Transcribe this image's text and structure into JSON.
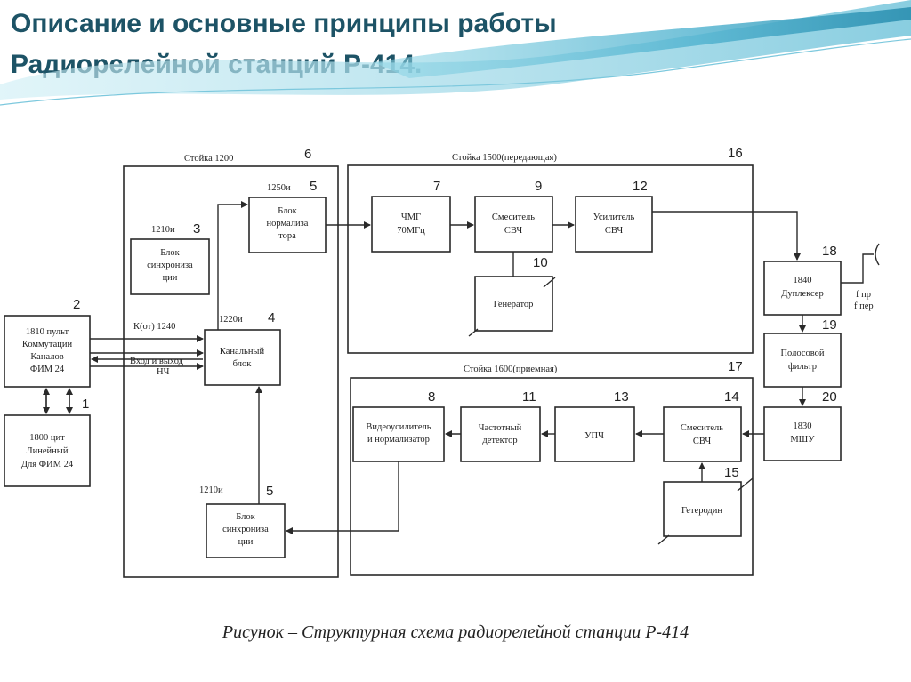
{
  "title": {
    "line1": "Описание и основные принципы работы",
    "line2": "Радиорелейной станций  Р-414."
  },
  "racks": {
    "r1200": {
      "label": "Стойка 1200",
      "num": "6"
    },
    "r1500": {
      "label": "Стойка 1500(передающая)",
      "num": "16"
    },
    "r1600": {
      "label": "Стойка 1600(приемная)",
      "num": "17"
    }
  },
  "blocks": {
    "panel1810": {
      "lines": [
        "1810 пульт",
        "Коммутации",
        "Каналов",
        "ФИМ 24"
      ],
      "num": "2"
    },
    "lin1800": {
      "lines": [
        "1800 цит",
        "Линейный",
        "Для ФИМ 24"
      ],
      "num": "1"
    },
    "sync1": {
      "lines": [
        "Блок",
        "синхронизa",
        "ции"
      ],
      "code": "1210и",
      "num": "3"
    },
    "norm": {
      "lines": [
        "Блок",
        "нормализa",
        "тора"
      ],
      "code": "1250и",
      "num": "5"
    },
    "channel": {
      "lines": [
        "Канальный",
        "блок"
      ],
      "code": "1220и",
      "num": "4"
    },
    "sync2": {
      "lines": [
        "Блок",
        "синхронизa",
        "ции"
      ],
      "code": "1210и",
      "num": "5"
    },
    "chmg": {
      "lines": [
        "ЧМГ",
        "70МГц"
      ],
      "num": "7"
    },
    "mixer_tx": {
      "lines": [
        "Смеситель",
        "СВЧ"
      ],
      "num": "9"
    },
    "amp": {
      "lines": [
        "Усилитель",
        "СВЧ"
      ],
      "num": "12"
    },
    "gen": {
      "lines": [
        "Генератор"
      ],
      "num": "10"
    },
    "duplexer": {
      "lines": [
        "1840",
        "Дуплексер"
      ],
      "num": "18"
    },
    "bandpass": {
      "lines": [
        "Полосовой",
        "фильтр"
      ],
      "num": "19"
    },
    "mshu": {
      "lines": [
        "1830",
        "МШУ"
      ],
      "num": "20"
    },
    "video": {
      "lines": [
        "Видеоусилитель",
        "и нормализатор"
      ],
      "num": "8"
    },
    "freqdet": {
      "lines": [
        "Частотный",
        "детектор"
      ],
      "num": "11"
    },
    "upch": {
      "lines": [
        "УПЧ"
      ],
      "num": "13"
    },
    "mixer_rx": {
      "lines": [
        "Смеситель",
        "СВЧ"
      ],
      "num": "14"
    },
    "heterodyne": {
      "lines": [
        "Гетеродин"
      ],
      "num": "15"
    }
  },
  "signal_labels": {
    "k_ot": "К(от) 1240",
    "lf_io_1": "Вход и выход",
    "lf_io_2": "НЧ",
    "f_pr": "f пр",
    "f_per": "f пер"
  },
  "caption": "Рисунок – Структурная схема радиорелейной станции Р-414"
}
